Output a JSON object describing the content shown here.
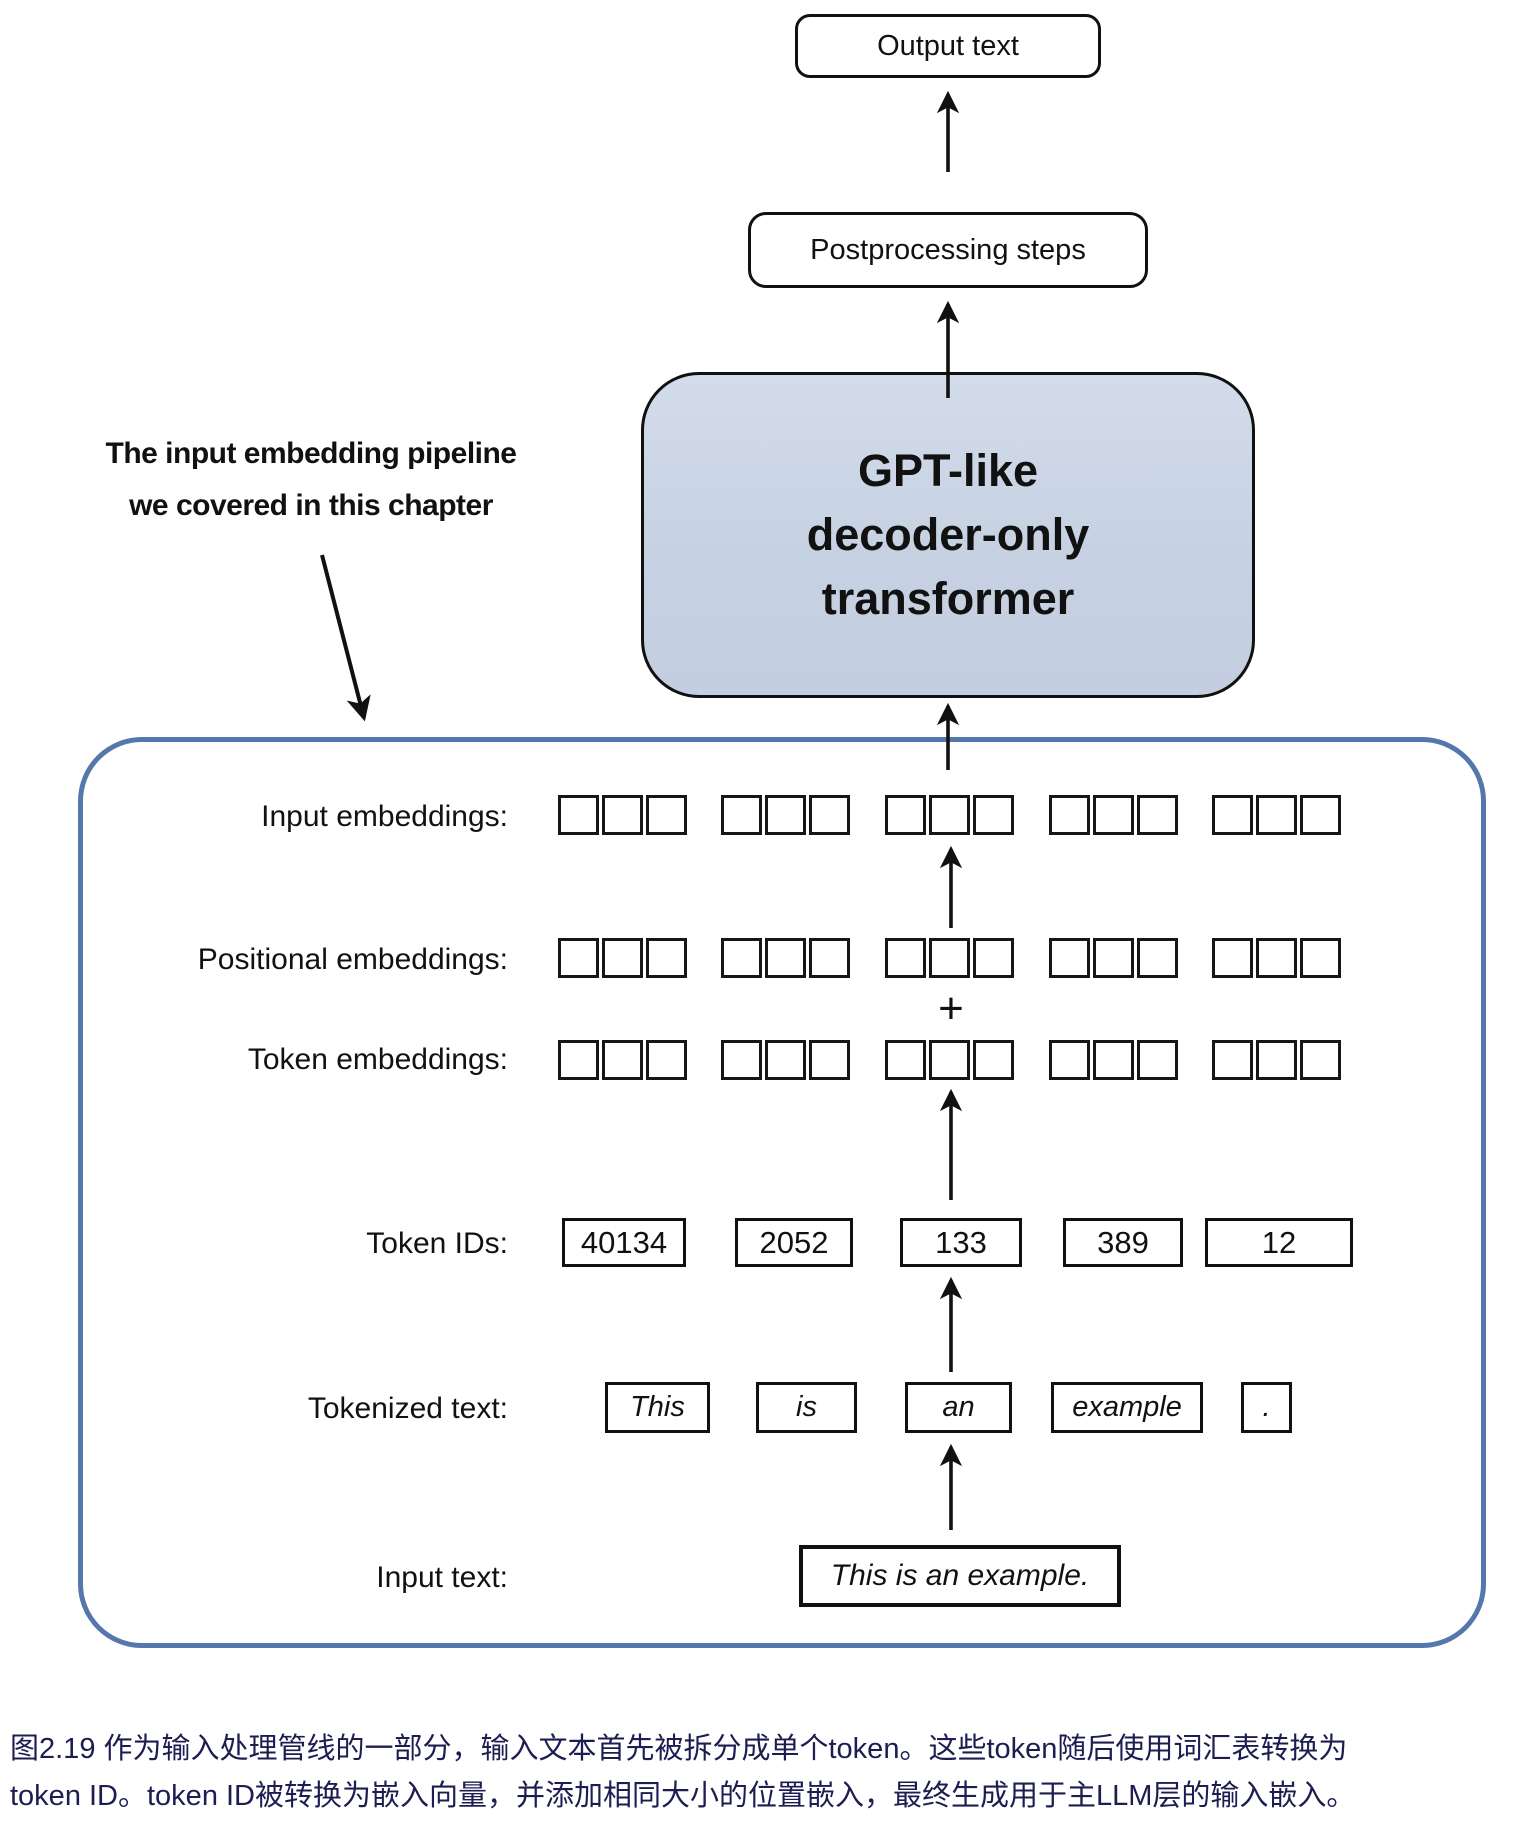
{
  "flow": {
    "output_box_label": "Output text",
    "postprocessing_box_label": "Postprocessing steps",
    "gpt_box_lines": [
      "GPT-like",
      "decoder-only",
      "transformer"
    ]
  },
  "annotation": {
    "line1": "The input embedding pipeline",
    "line2": "we covered in this chapter"
  },
  "pipeline": {
    "labels": {
      "input_embeddings": "Input embeddings:",
      "positional_embeddings": "Positional embeddings:",
      "token_embeddings": "Token embeddings:",
      "token_ids": "Token IDs:",
      "tokenized_text": "Tokenized text:",
      "input_text": "Input text:"
    },
    "plus_sign": "+",
    "embedding_groups": 5,
    "squares_per_group": 3,
    "token_ids": [
      "40134",
      "2052",
      "133",
      "389",
      "12"
    ],
    "tokens": [
      "This",
      "is",
      "an",
      "example",
      "."
    ],
    "input_text": "This is an example."
  },
  "caption": {
    "line1": "图2.19 作为输入处理管线的一部分，输入文本首先被拆分成单个token。这些token随后使用词汇表转换为",
    "line2": "token ID。token ID被转换为嵌入向量，并添加相同大小的位置嵌入，最终生成用于主LLM层的输入嵌入。"
  },
  "colors": {
    "stroke": "#111111",
    "gpt_box_fill": "#c9d3e3",
    "container_border": "#5578ac",
    "caption_text": "#1d1d52"
  }
}
